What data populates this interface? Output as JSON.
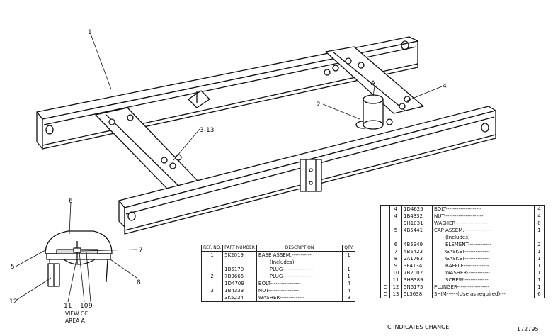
{
  "callouts": {
    "c1": "1",
    "c2": "2",
    "c3": "3-13",
    "c4": "4",
    "c5": "5",
    "c6": "6",
    "c7": "7",
    "c8": "8",
    "c9": "9",
    "c10": "10",
    "c11": "11",
    "c12": "12",
    "cA": "A",
    "view_line1": "VIEW OF",
    "view_line2": "AREA A"
  },
  "table1": {
    "headers": {
      "ref": "REF. NO.",
      "part": "PART NUMBER",
      "desc": "DESCRIPTION",
      "qty": "QTY."
    },
    "rows": [
      {
        "ref": "1",
        "part": "5K2019",
        "desc": "BASE ASSEM.-----------",
        "qty": "1"
      },
      {
        "ref": "",
        "part": "",
        "desc": "(Includes)",
        "qty": ""
      },
      {
        "ref": "",
        "part": "1B5170",
        "desc": "PLUG-----------------",
        "qty": "1"
      },
      {
        "ref": "2",
        "part": "7B9665",
        "desc": "PLUG-----------------",
        "qty": "1"
      },
      {
        "ref": "",
        "part": "1D4709",
        "desc": "BOLT-----------------",
        "qty": "4"
      },
      {
        "ref": "3",
        "part": "1B4333",
        "desc": "NUT-----------------",
        "qty": "4"
      },
      {
        "ref": "",
        "part": "3K5234",
        "desc": "WASHER--------------",
        "qty": "8"
      }
    ]
  },
  "table2": {
    "rows": [
      {
        "mark": "",
        "ref": "4",
        "part": "1D4625",
        "desc": "BOLT--------------------",
        "qty": "4"
      },
      {
        "mark": "",
        "ref": "4",
        "part": "1B4332",
        "desc": "NUT----------------------",
        "qty": "4"
      },
      {
        "mark": "",
        "ref": "",
        "part": "9H1031",
        "desc": "WASHER------------------",
        "qty": "8"
      },
      {
        "mark": "",
        "ref": "5",
        "part": "4B5441",
        "desc": "CAP ASSEM.---------------",
        "qty": "1"
      },
      {
        "mark": "",
        "ref": "",
        "part": "",
        "desc": "(Includes)",
        "qty": ""
      },
      {
        "mark": "",
        "ref": "6",
        "part": "4B5949",
        "desc": "ELEMENT-------------",
        "qty": "2"
      },
      {
        "mark": "",
        "ref": "7",
        "part": "4B5423",
        "desc": "GASKET--------------",
        "qty": "1"
      },
      {
        "mark": "",
        "ref": "8",
        "part": "2A1763",
        "desc": "GASKET--------------",
        "qty": "1"
      },
      {
        "mark": "",
        "ref": "9",
        "part": "3F4134",
        "desc": "BAFFLE--------------",
        "qty": "1"
      },
      {
        "mark": "",
        "ref": "10",
        "part": "7B2002",
        "desc": "WASHER-------------",
        "qty": "1"
      },
      {
        "mark": "",
        "ref": "11",
        "part": "3H8389",
        "desc": "SCREW--------------",
        "qty": "1"
      },
      {
        "mark": "C",
        "ref": "12",
        "part": "5N5175",
        "desc": "PLUNGER------------------",
        "qty": "1"
      },
      {
        "mark": "C",
        "ref": "13",
        "part": "5L3638",
        "desc": "SHIM------(Use as required)---",
        "qty": "6"
      }
    ]
  },
  "footnote": "C INDICATES CHANGE",
  "image_number": "172795"
}
